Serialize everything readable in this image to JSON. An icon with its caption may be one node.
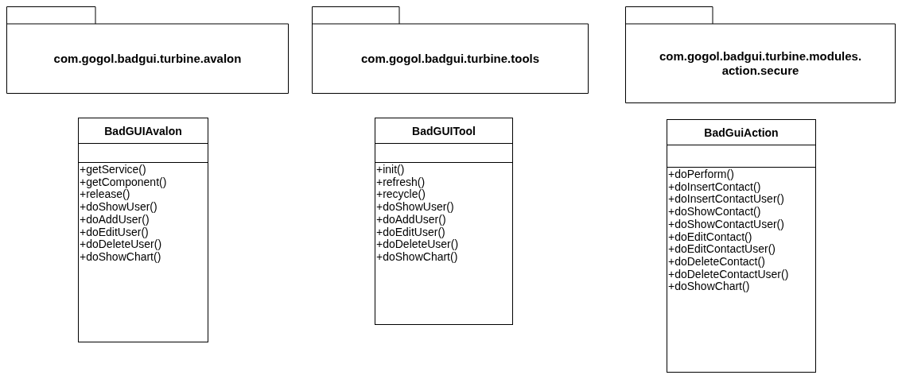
{
  "diagram": {
    "nodes": [
      {
        "text": [
          "com.gogol.badgui.turbine.avalon"
        ]
      },
      {
        "text": [
          "com.gogol.badgui.turbine.tools"
        ]
      },
      {
        "text": [
          "com.gogol.badgui.turbine.modules. action.secure"
        ]
      },
      {
        "text": [
          "BadGUIAvalon",
          "+getService()",
          "+getComponent()",
          "+release()",
          "+doShowUser()",
          "+doAddUser()",
          "+doEditUser()",
          "+doDeleteUser()",
          "+doShowChart()"
        ]
      },
      {
        "text": [
          "BadGUITool",
          "+init()",
          "+refresh()",
          "+recycle()",
          "+doShowUser()",
          "+doAddUser()",
          "+doEditUser()",
          "+doDeleteUser()",
          "+doShowChart()"
        ]
      },
      {
        "text": [
          "BadGuiAction",
          "+doPerform()",
          "+doInsertContact()",
          "+doInsertContactUser()",
          "+doShowContact()",
          "+doShowContactUser()",
          "+doEditContact()",
          "+doEditContactUser()",
          "+doDeleteContact()",
          "+doDeleteContactUser()",
          "+doShowChart()"
        ]
      }
    ],
    "edges": []
  }
}
